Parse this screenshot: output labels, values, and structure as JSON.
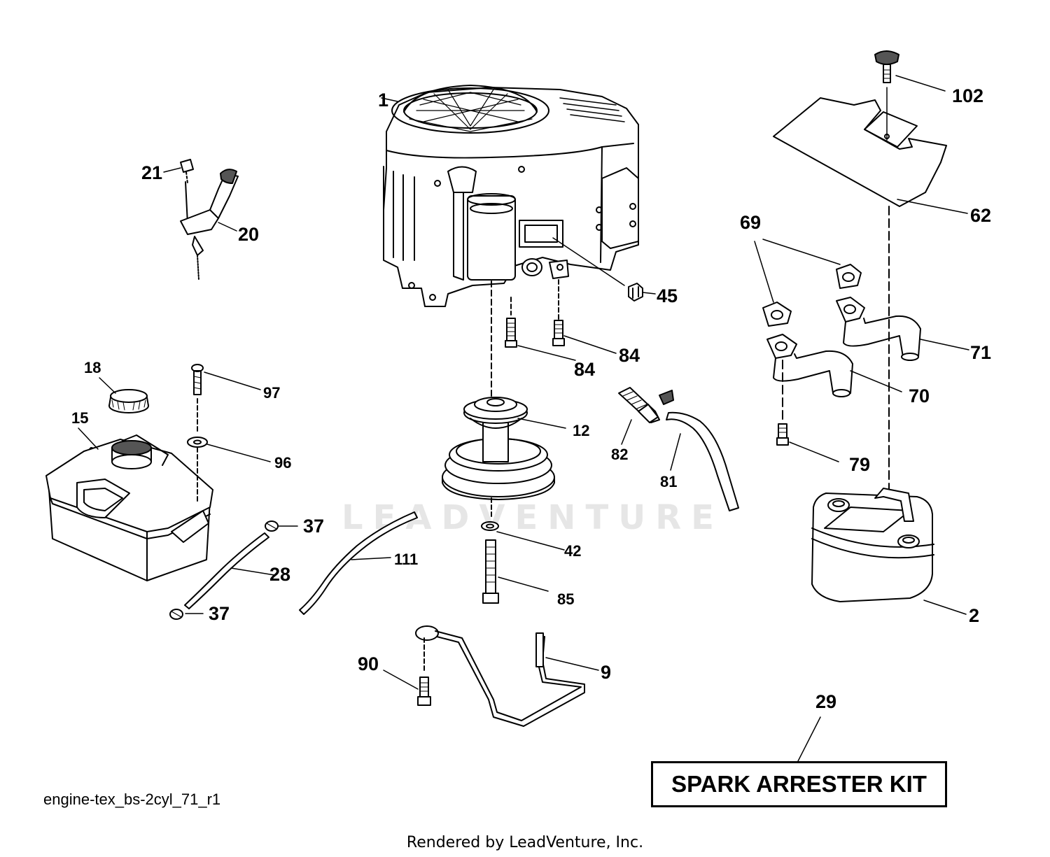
{
  "callouts": {
    "p1": "1",
    "p2": "2",
    "p9": "9",
    "p12": "12",
    "p15": "15",
    "p18": "18",
    "p20": "20",
    "p21": "21",
    "p28": "28",
    "p29": "29",
    "p37a": "37",
    "p37b": "37",
    "p42": "42",
    "p45": "45",
    "p62": "62",
    "p69": "69",
    "p70": "70",
    "p71": "71",
    "p79": "79",
    "p81": "81",
    "p82": "82",
    "p84a": "84",
    "p84b": "84",
    "p85": "85",
    "p90": "90",
    "p96": "96",
    "p97": "97",
    "p102": "102",
    "p111": "111"
  },
  "kit_label": "SPARK ARRESTER KIT",
  "file_name": "engine-tex_bs-2cyl_71_r1",
  "watermark": "LEADVENTURE",
  "render_credit": "Rendered by LeadVenture, Inc."
}
